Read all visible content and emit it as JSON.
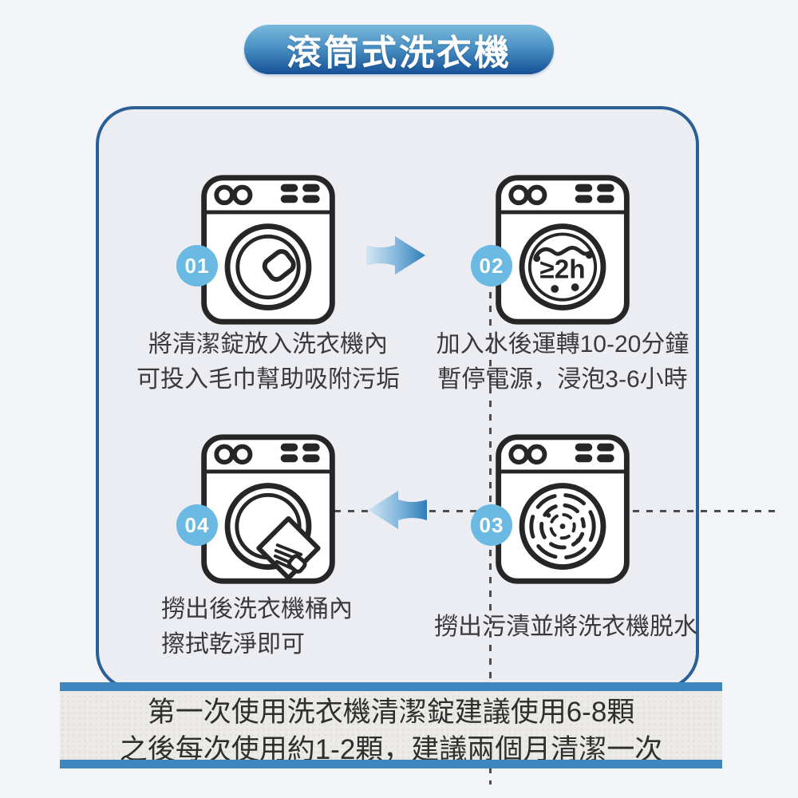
{
  "title": "滾筒式洗衣機",
  "steps": [
    {
      "number": "01",
      "lines": [
        "將清潔錠放入洗衣機內",
        "可投入毛巾幫助吸附污垢"
      ]
    },
    {
      "number": "02",
      "lines": [
        "加入水後運轉10-20分鐘",
        "暫停電源，浸泡3-6小時"
      ],
      "drum_label": "≥2h"
    },
    {
      "number": "03",
      "lines": [
        "撈出污漬並將洗衣機脱水"
      ]
    },
    {
      "number": "04",
      "lines": [
        "撈出後洗衣機桶內",
        "擦拭乾淨即可"
      ]
    }
  ],
  "footer": {
    "lines": [
      "第一次使用洗衣機清潔錠建議使用6-8顆",
      "之後每次使用約1-2顆，建議兩個月清潔一次"
    ]
  },
  "colors": {
    "title_gradient_top": "#79b9dc",
    "title_gradient_bottom": "#1d5a9e",
    "panel_border": "#2a6096",
    "badge_blue": "#69b9e2",
    "banner_stripe_blue": "#3e86c2",
    "arrow_light": "#cde2f2",
    "arrow_dark": "#2e7cb8",
    "outline_dark": "#262626"
  }
}
